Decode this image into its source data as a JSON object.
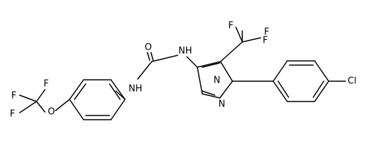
{
  "atoms": {
    "o_carbonyl": "O",
    "nh_left": "NH",
    "nh_right": "NH",
    "n1": "N",
    "n2": "N",
    "cl": "Cl",
    "o_ether": "O",
    "f_cf3_top_left": "F",
    "f_cf3_top_right": "F",
    "f_cf3_right": "F",
    "f_ocf3_top": "F",
    "f_ocf3_left1": "F",
    "f_ocf3_left2": "F"
  }
}
